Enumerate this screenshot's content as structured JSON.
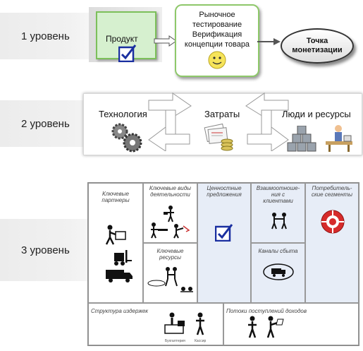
{
  "levels": {
    "level1": "1 уровень",
    "level2": "2 уровень",
    "level3": "3 уровень"
  },
  "row1": {
    "product": "Продукт",
    "market_testing": [
      "Рыночное",
      "тестирование",
      "Верификация",
      "концепции товара"
    ],
    "monetization": [
      "Точка",
      "монетизации"
    ]
  },
  "row2": {
    "technology": "Технология",
    "costs": "Затраты",
    "people": "Люди и ресурсы"
  },
  "canvas": {
    "key_partners": [
      "Ключевые",
      "партнеры"
    ],
    "key_activities": [
      "Ключевые виды",
      "деятельности"
    ],
    "value_propositions": [
      "Ценностные",
      "предложения"
    ],
    "customer_relationships": [
      "Взаимоотноше-",
      "ния с",
      "клиентами"
    ],
    "customer_segments": [
      "Потребитель-",
      "ские сегменты"
    ],
    "key_resources": [
      "Ключевые",
      "ресурсы"
    ],
    "channels": "Каналы сбыта",
    "cost_structure": "Структура издержек",
    "revenue_streams": "Потоки поступлений доходов",
    "accountant": "Бухгалтерия",
    "cashier": "Кассир"
  },
  "colors": {
    "green": "#7cc05a",
    "checkbox": "#1a2fa0",
    "segments_red": "#d62b2b",
    "cell_blue": "#e7edf7"
  }
}
